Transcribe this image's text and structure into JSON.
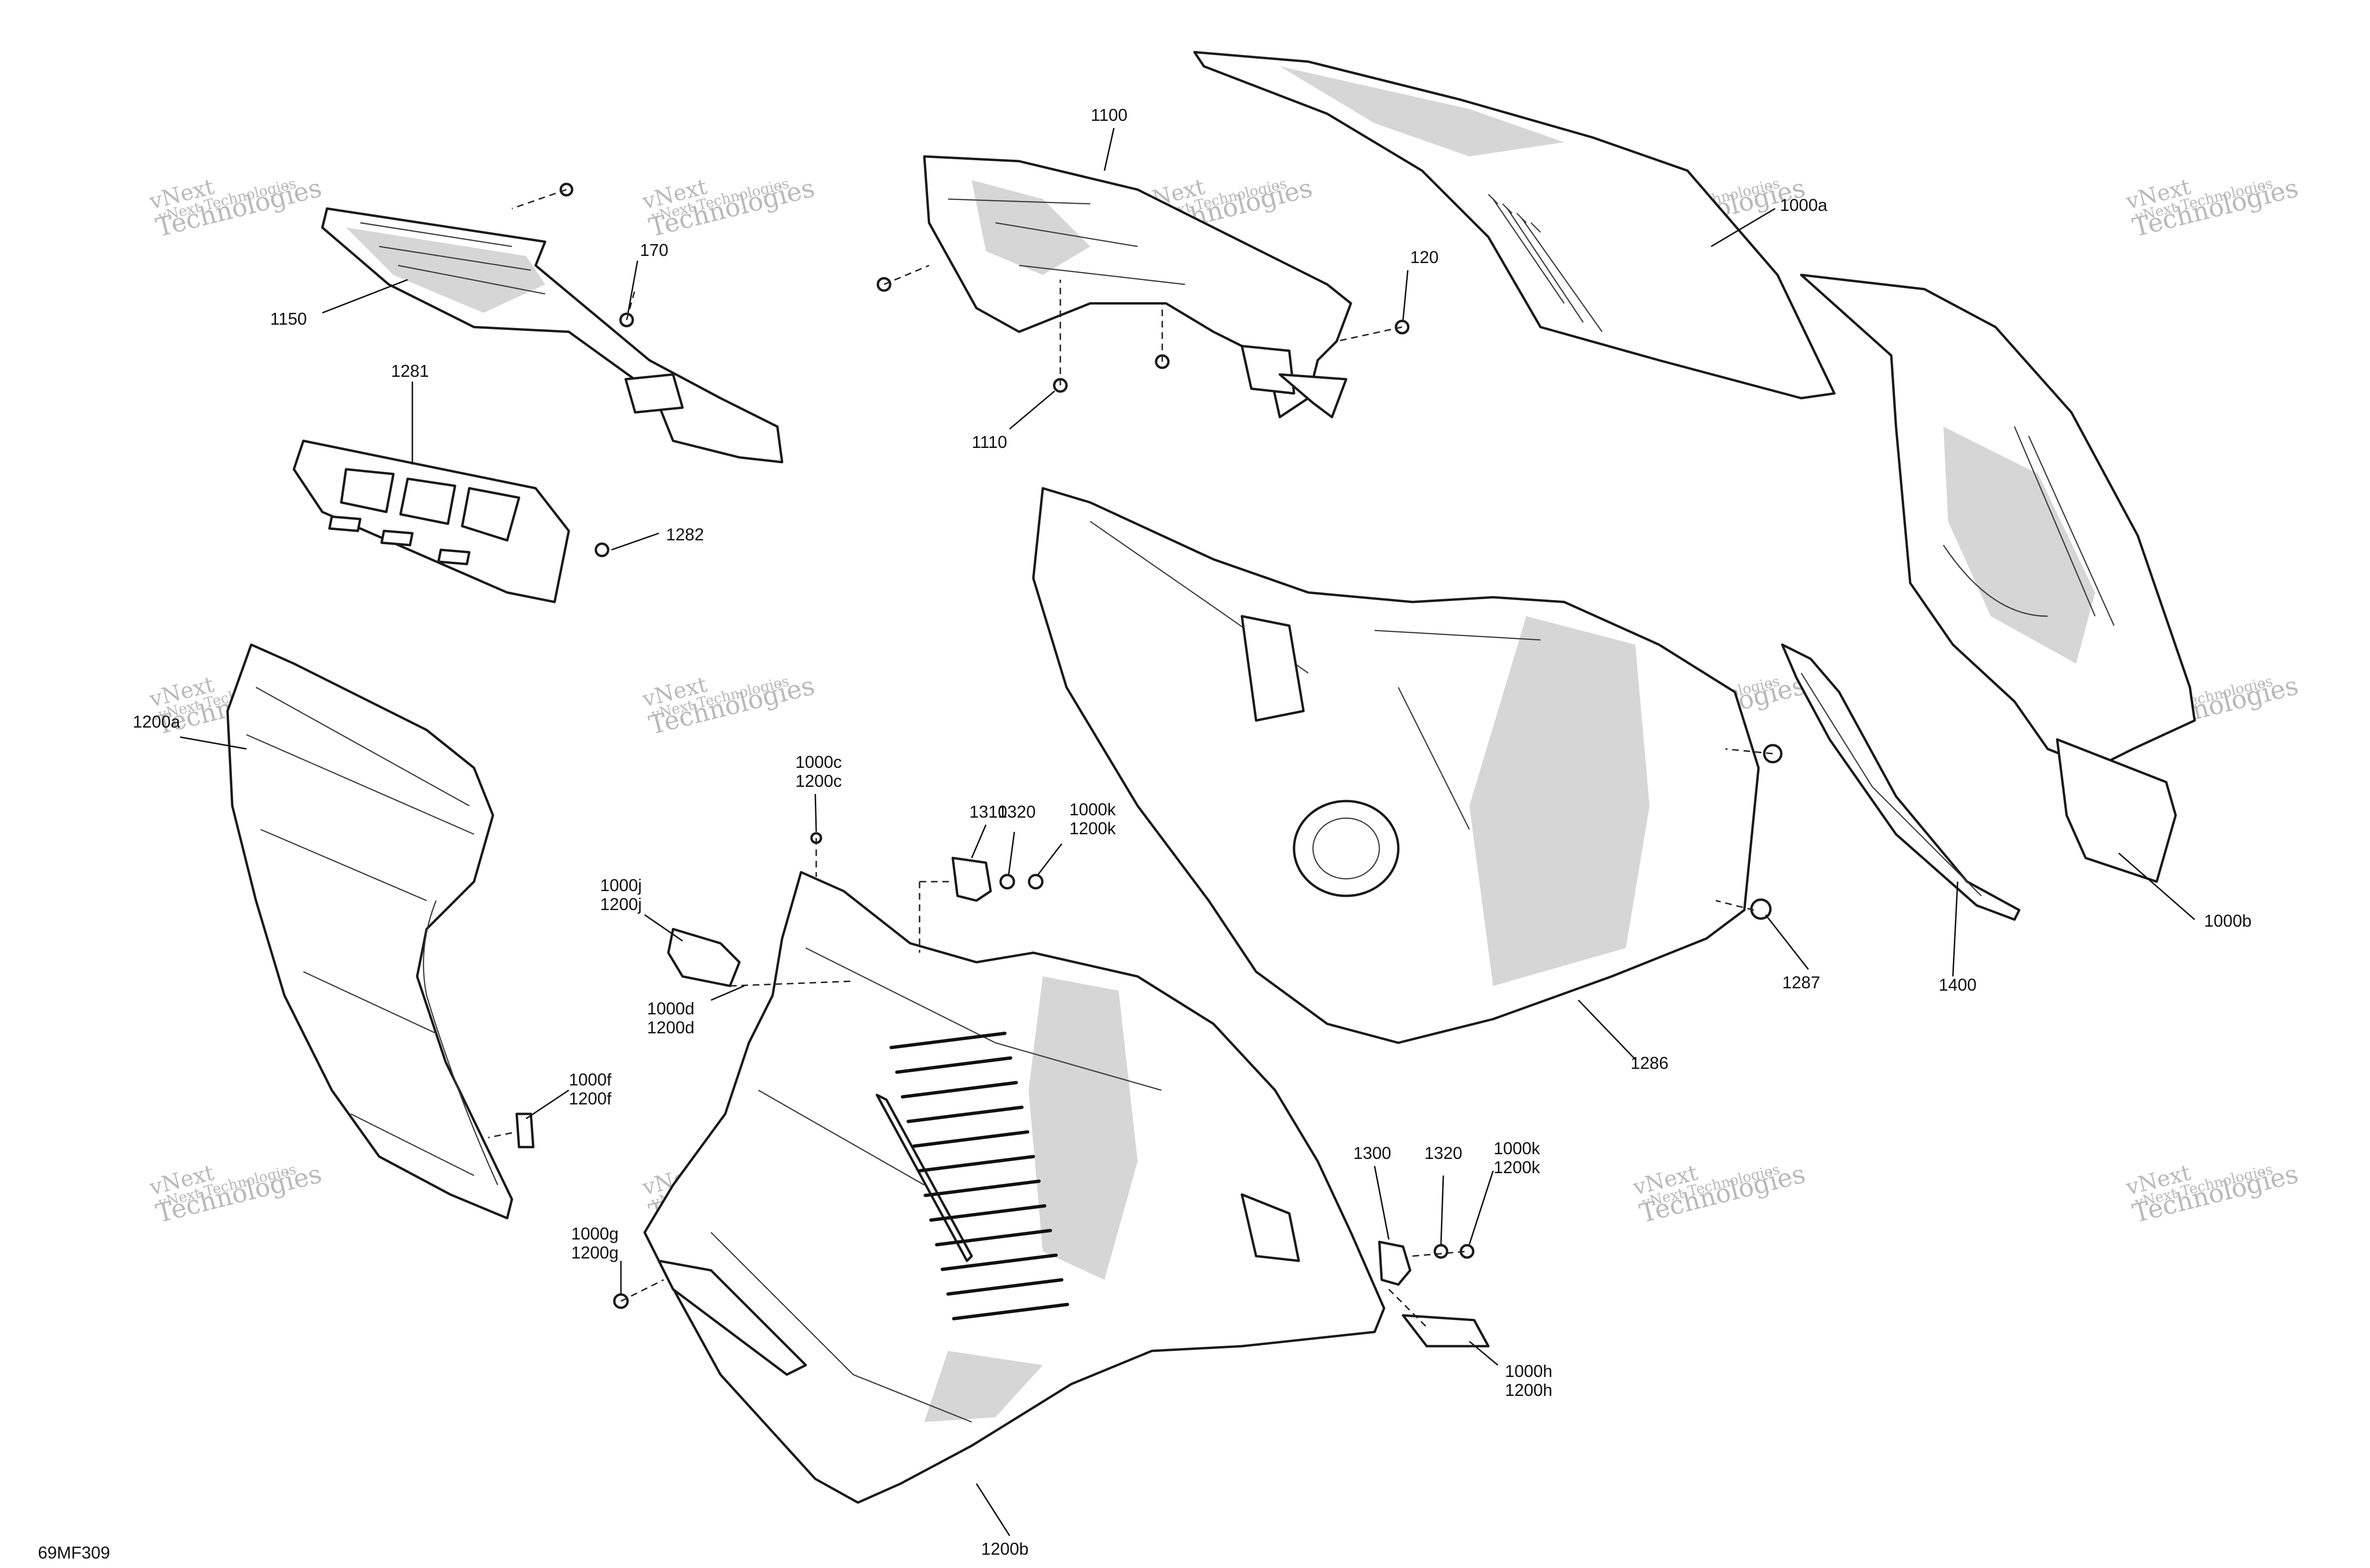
{
  "figure_code": "69MF309",
  "watermark": {
    "line1": "vNext",
    "line2": "Technologies",
    "line3": "vNext Technologies"
  },
  "callouts": {
    "c1100": "1100",
    "c1000a": "1000a",
    "c170": "170",
    "c120": "120",
    "c1150": "1150",
    "c1110": "1110",
    "c1281": "1281",
    "c1282": "1282",
    "c1200a": "1200a",
    "c1000c": "1000c",
    "c1200c": "1200c",
    "c1310": "1310",
    "c1320a": "1320",
    "c1000k_a": "1000k",
    "c1200k_a": "1200k",
    "c1000j": "1000j",
    "c1200j": "1200j",
    "c1000d": "1000d",
    "c1200d": "1200d",
    "c1287": "1287",
    "c1400": "1400",
    "c1000b": "1000b",
    "c1286": "1286",
    "c1000f": "1000f",
    "c1200f": "1200f",
    "c1300": "1300",
    "c1320b": "1320",
    "c1000k_b": "1000k",
    "c1200k_b": "1200k",
    "c1000g": "1000g",
    "c1200g": "1200g",
    "c1000h": "1000h",
    "c1200h": "1200h",
    "c1200b": "1200b"
  }
}
